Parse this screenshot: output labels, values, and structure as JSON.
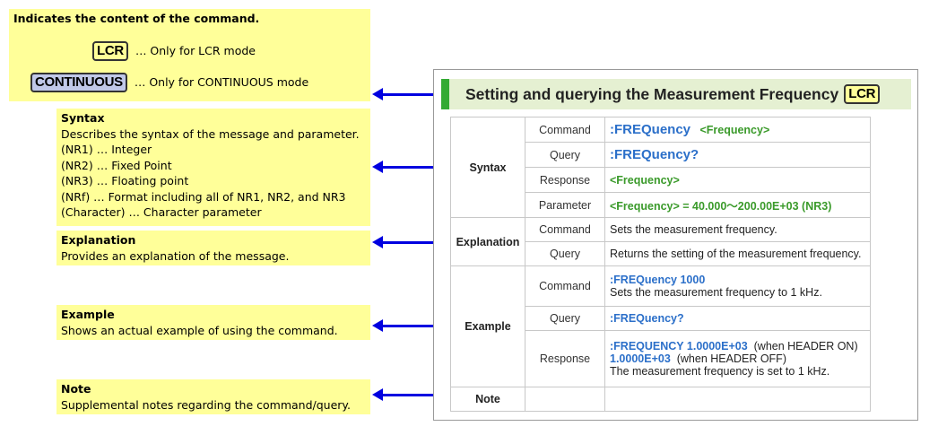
{
  "notes": {
    "content": {
      "heading": "Indicates the content of the command.",
      "lcr_tag": "LCR",
      "lcr_desc": "… Only for LCR mode",
      "cont_tag": "CONTINUOUS",
      "cont_desc": "… Only for CONTINUOUS mode"
    },
    "syntax": {
      "heading": "Syntax",
      "lines": [
        "Describes the syntax of the message and parameter.",
        "(NR1) … Integer",
        "(NR2) … Fixed Point",
        "(NR3) … Floating point",
        "(NRf) … Format including all of NR1, NR2, and NR3",
        "(Character) … Character parameter"
      ]
    },
    "explanation": {
      "heading": "Explanation",
      "text": "Provides an explanation of the message."
    },
    "example": {
      "heading": "Example",
      "text": "Shows an actual example of using the command."
    },
    "note": {
      "heading": "Note",
      "text": "Supplemental notes regarding the command/query."
    }
  },
  "panel": {
    "title": "Setting and querying the Measurement Frequency",
    "tag": "LCR",
    "syntax_label": "Syntax",
    "explanation_label": "Explanation",
    "example_label": "Example",
    "note_label": "Note",
    "sub": {
      "command": "Command",
      "query": "Query",
      "response": "Response",
      "parameter": "Parameter"
    },
    "syntax_command": ":FREQuency",
    "syntax_command_arg": "<Frequency>",
    "syntax_query": ":FREQuency?",
    "syntax_response": "<Frequency>",
    "syntax_parameter": "<Frequency> = 40.000～200.00E+03 (NR3)",
    "expl_command": "Sets the measurement frequency.",
    "expl_query": "Returns the setting of the measurement frequency.",
    "ex_command_code": ":FREQuency 1000",
    "ex_command_text": "Sets the measurement frequency to 1 kHz.",
    "ex_query": ":FREQuency?",
    "ex_resp_code1": ":FREQUENCY 1.0000E+03",
    "ex_resp_note1": "(when HEADER ON)",
    "ex_resp_code2": "1.0000E+03",
    "ex_resp_note2": "(when HEADER OFF)",
    "ex_resp_text": "The measurement frequency is set to 1 kHz."
  },
  "colors": {
    "note_bg": "#ffff99",
    "arrow": "#0000e0",
    "title_bg": "#e5f0d2",
    "title_bar": "#33aa33",
    "code_blue": "#2b6fc9",
    "code_green": "#3a9a2a"
  }
}
